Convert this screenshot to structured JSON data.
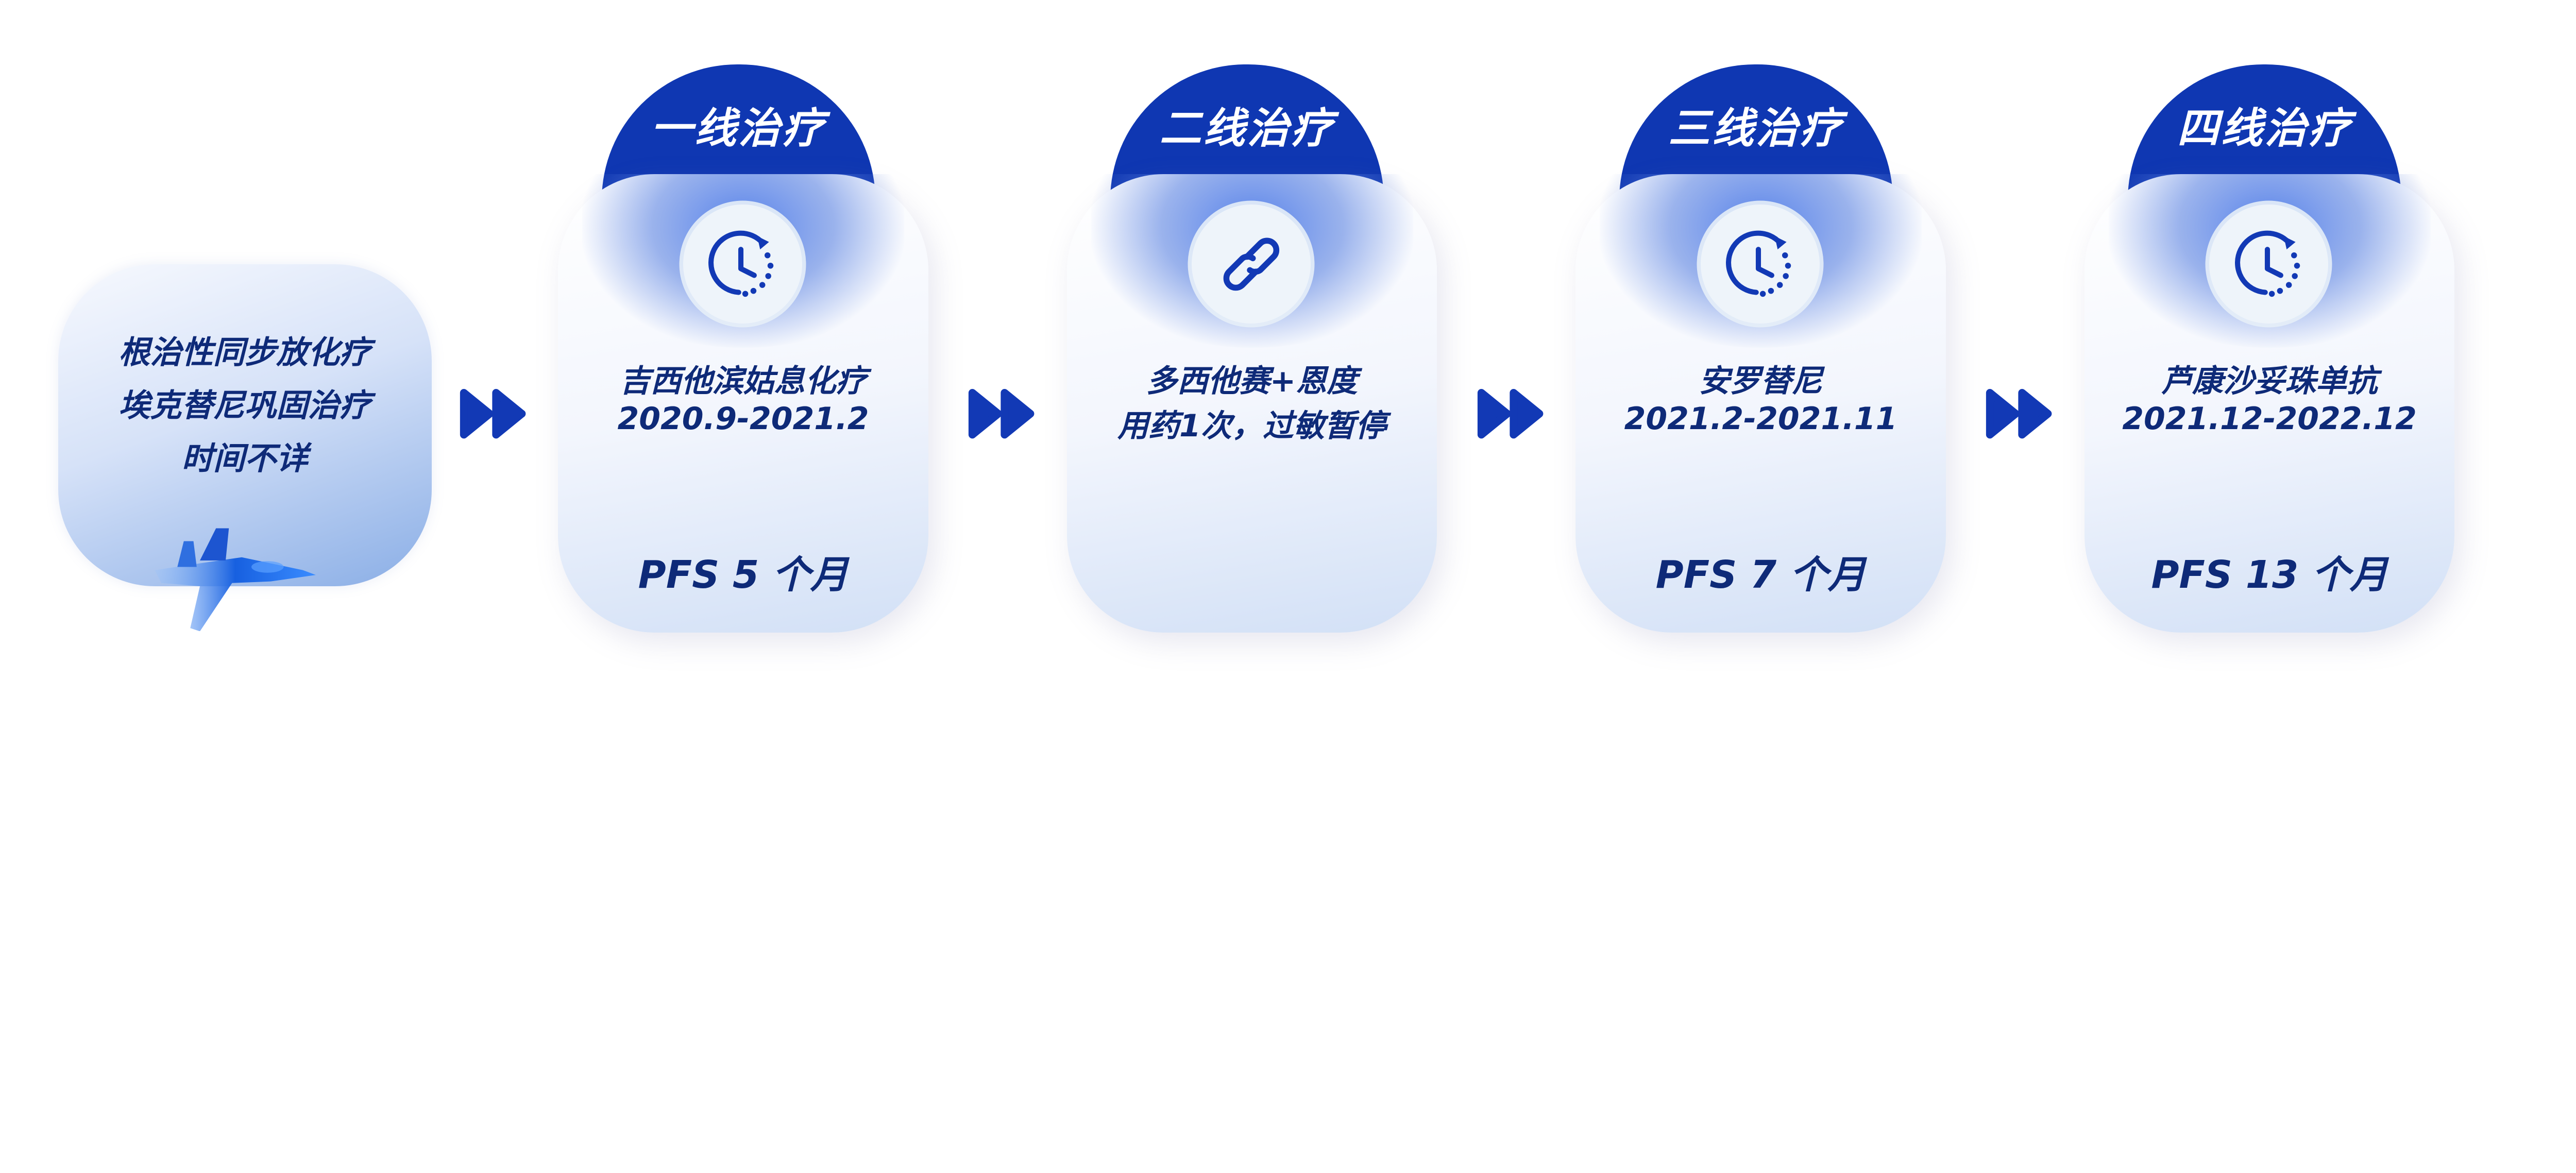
{
  "colors": {
    "accent": "#0f37b2",
    "text": "#0e2a78",
    "arrow": "#1239b5"
  },
  "start": {
    "lines": [
      "根治性同步放化疗",
      "埃克替尼巩固治疗",
      "时间不详"
    ],
    "decoration": "jet-icon"
  },
  "stages": [
    {
      "title": "一线治疗",
      "icon": "clock-icon",
      "line1": "吉西他滨姑息化疗",
      "line2": "2020.9-2021.2",
      "pfs": "PFS 5 个月"
    },
    {
      "title": "二线治疗",
      "icon": "link-icon",
      "line1": "多西他赛+恩度",
      "line2": "用药1次，过敏暂停",
      "pfs": ""
    },
    {
      "title": "三线治疗",
      "icon": "clock-icon",
      "line1": "安罗替尼",
      "line2": "2021.2-2021.11",
      "pfs": "PFS 7 个月"
    },
    {
      "title": "四线治疗",
      "icon": "clock-icon",
      "line1": "芦康沙妥珠单抗",
      "line2": "2021.12-2022.12",
      "pfs": "PFS 13 个月"
    }
  ]
}
